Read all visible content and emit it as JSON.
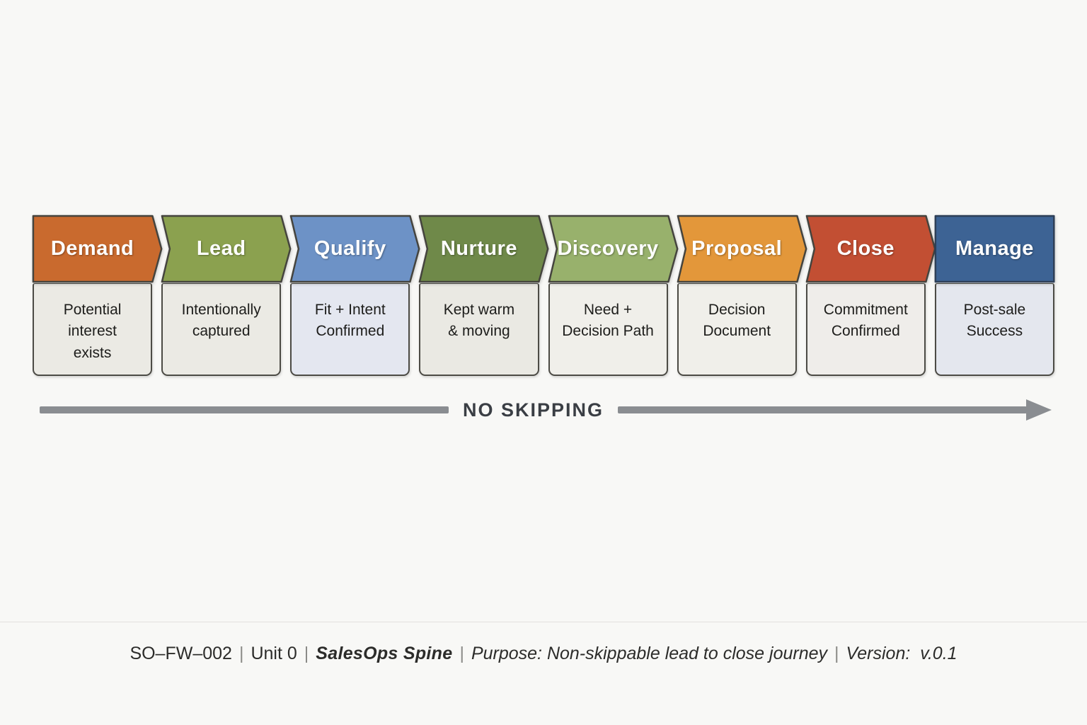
{
  "pipeline": {
    "stages": [
      {
        "name": "Demand",
        "description": "Potential\ninterest\nexists",
        "header_color": "#c96a2e",
        "body_color": "#ebeae4",
        "shape": "first"
      },
      {
        "name": "Lead",
        "description": "Intentionally\ncaptured",
        "header_color": "#8ba14f",
        "body_color": "#ebeae4",
        "shape": "middle"
      },
      {
        "name": "Qualify",
        "description": "Fit + Intent\nConfirmed",
        "header_color": "#6d92c6",
        "body_color": "#e4e7f0",
        "shape": "middle"
      },
      {
        "name": "Nurture",
        "description": "Kept warm\n& moving",
        "header_color": "#6f8949",
        "body_color": "#eae9e3",
        "shape": "middle"
      },
      {
        "name": "Discovery",
        "description": "Need +\nDecision Path",
        "header_color": "#98b16c",
        "body_color": "#f0efea",
        "shape": "middle"
      },
      {
        "name": "Proposal",
        "description": "Decision\nDocument",
        "header_color": "#e3973a",
        "body_color": "#f0efea",
        "shape": "middle"
      },
      {
        "name": "Close",
        "description": "Commitment\nConfirmed",
        "header_color": "#c24f33",
        "body_color": "#efedea",
        "shape": "middle"
      },
      {
        "name": "Manage",
        "description": "Post-sale\nSuccess",
        "header_color": "#3d6394",
        "body_color": "#e4e7ee",
        "shape": "last"
      }
    ]
  },
  "no_skipping": {
    "label": "NO SKIPPING",
    "line_color": "#8a8d91",
    "text_color": "#3a3e44"
  },
  "footer": {
    "doc_id": "SO–FW–002",
    "unit": "Unit 0",
    "title": "SalesOps Spine",
    "purpose": "Purpose: Non-skippable lead to close journey",
    "version_label": "Version:",
    "version_value": "v.0.1",
    "separator": "|"
  }
}
